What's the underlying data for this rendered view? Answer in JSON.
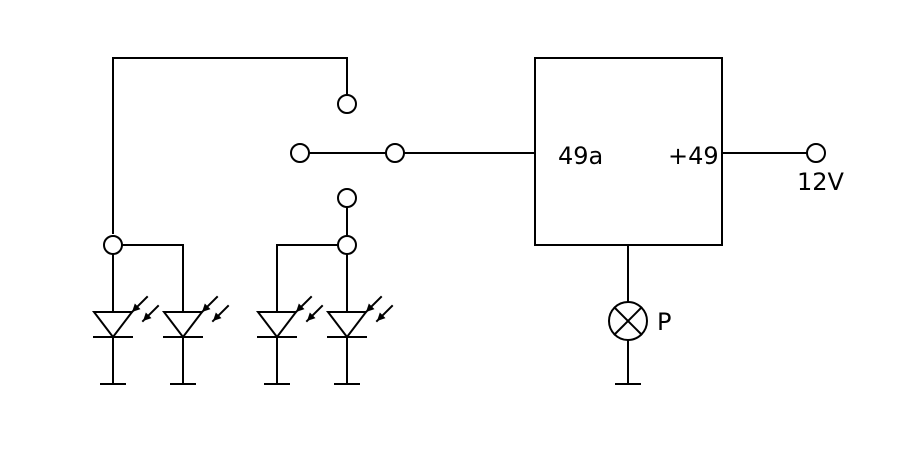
{
  "relay": {
    "input_label": "49a",
    "output_label": "+49"
  },
  "supply": {
    "label": "12V"
  },
  "lamp": {
    "label": "P"
  },
  "colors": {
    "line": "#000000",
    "background": "#ffffff"
  }
}
